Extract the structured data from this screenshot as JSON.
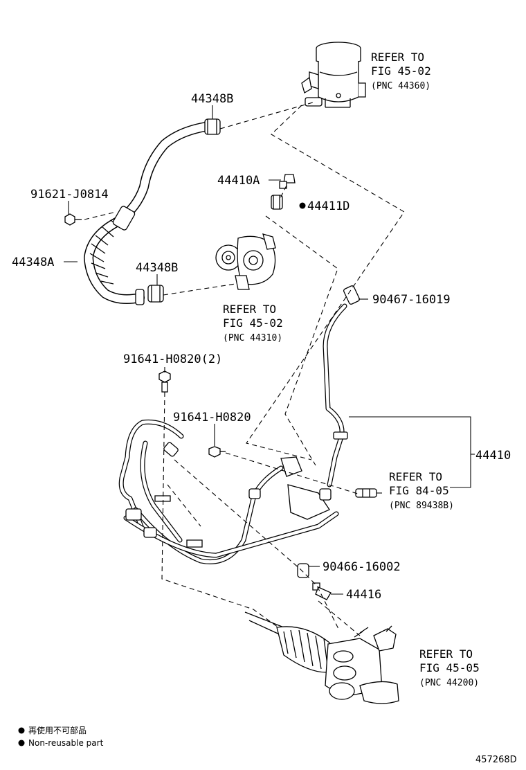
{
  "labels": {
    "p44348b_top": "44348B",
    "p91621": "91621-J0814",
    "p44348a": "44348A",
    "p44348b_mid": "44348B",
    "p44410a": "44410A",
    "p44411d": "44411D",
    "p90467": "90467-16019",
    "p91641_2": "91641-H0820(2)",
    "p91641": "91641-H0820",
    "p44410": "44410",
    "p90466": "90466-16002",
    "p44416": "44416"
  },
  "refs": {
    "reservoir": {
      "line1": "REFER TO",
      "line2": "FIG 45-02",
      "pnc": "(PNC 44360)"
    },
    "pump": {
      "line1": "REFER TO",
      "line2": "FIG 45-02",
      "pnc": "(PNC 44310)"
    },
    "sensor": {
      "line1": "REFER TO",
      "line2": "FIG 84-05",
      "pnc": "(PNC 89438B)"
    },
    "gear": {
      "line1": "REFER TO",
      "line2": "FIG 45-05",
      "pnc": "(PNC 44200)"
    }
  },
  "legend": {
    "jp": "再使用不可部品",
    "en": "Non-reusable part"
  },
  "diagram_code": "457268D"
}
